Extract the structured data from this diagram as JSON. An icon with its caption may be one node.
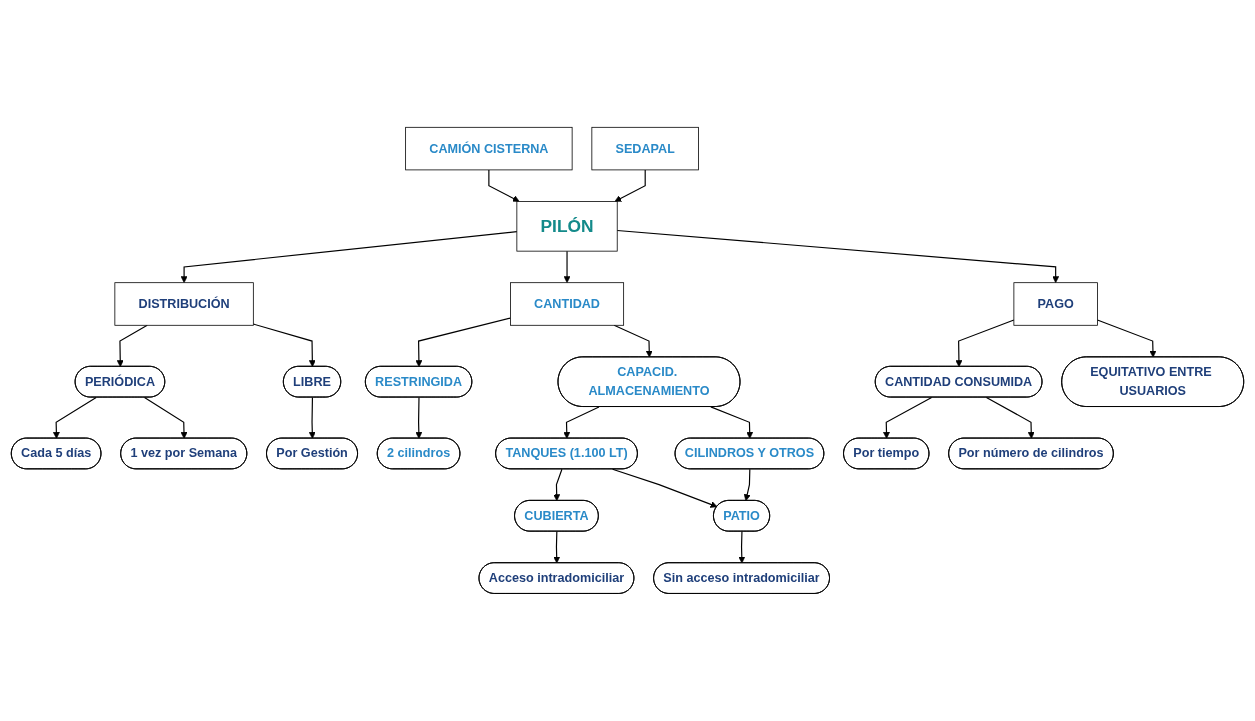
{
  "diagram": {
    "nodes": [
      {
        "text": [
          "CAMIÓN CISTERNA"
        ]
      },
      {
        "text": [
          "PILÓN"
        ]
      },
      {
        "text": [
          "SEDAPAL"
        ]
      },
      {
        "text": [
          "DISTRIBUCIÓN"
        ]
      },
      {
        "text": [
          "CANTIDAD"
        ]
      },
      {
        "text": [
          "PAGO"
        ]
      },
      {
        "text": [
          "PERIÓDICA"
        ]
      },
      {
        "text": [
          "LIBRE"
        ]
      },
      {
        "text": [
          "RESTRINGIDA"
        ]
      },
      {
        "text": [
          "CAPACID. ALMACENAMIENTO"
        ]
      },
      {
        "text": [
          "CANTIDAD CONSUMIDA"
        ]
      },
      {
        "text": [
          "EQUITATIVO ENTRE USUARIOS"
        ]
      },
      {
        "text": [
          "Cada 5 días"
        ]
      },
      {
        "text": [
          "Por Gestión"
        ]
      },
      {
        "text": [
          "2 cilindros"
        ]
      },
      {
        "text": [
          "TANQUES (1.100 LT)"
        ]
      },
      {
        "text": [
          "CILINDROS Y OTROS"
        ]
      },
      {
        "text": [
          "Por tiempo"
        ]
      },
      {
        "text": [
          "1 vez por Semana"
        ]
      },
      {
        "text": [
          "Por número de cilindros"
        ]
      },
      {
        "text": [
          "CUBIERTA"
        ]
      },
      {
        "text": [
          "PATIO"
        ]
      },
      {
        "text": [
          "Acceso intradomiciliar"
        ]
      },
      {
        "text": [
          "Sin acceso intradomiciliar"
        ]
      }
    ],
    "edges": [
      {
        "from": 0,
        "to": 1,
        "arrow": "to"
      },
      {
        "from": 2,
        "to": 1,
        "arrow": "to"
      },
      {
        "from": 1,
        "to": 3,
        "arrow": "to"
      },
      {
        "from": 1,
        "to": 4,
        "arrow": "to"
      },
      {
        "from": 1,
        "to": 5,
        "arrow": "to"
      },
      {
        "from": 3,
        "to": 6,
        "arrow": "to"
      },
      {
        "from": 3,
        "to": 7,
        "arrow": "to"
      },
      {
        "from": 4,
        "to": 8,
        "arrow": "to"
      },
      {
        "from": 4,
        "to": 9,
        "arrow": "to"
      },
      {
        "from": 5,
        "to": 10,
        "arrow": "to"
      },
      {
        "from": 5,
        "to": 11,
        "arrow": "to"
      },
      {
        "from": 6,
        "to": 12,
        "arrow": "to"
      },
      {
        "from": 6,
        "to": 18,
        "arrow": "to"
      },
      {
        "from": 7,
        "to": 13,
        "arrow": "to"
      },
      {
        "from": 8,
        "to": 14,
        "arrow": "to"
      },
      {
        "from": 9,
        "to": 15,
        "arrow": "to"
      },
      {
        "from": 9,
        "to": 16,
        "arrow": "to"
      },
      {
        "from": 10,
        "to": 17,
        "arrow": "to"
      },
      {
        "from": 10,
        "to": 19,
        "arrow": "to"
      },
      {
        "from": 15,
        "to": 20,
        "arrow": "to"
      },
      {
        "from": 15,
        "to": 21,
        "arrow": "to"
      },
      {
        "from": 16,
        "to": 21,
        "arrow": "to"
      },
      {
        "from": 20,
        "to": 22,
        "arrow": "to"
      },
      {
        "from": 21,
        "to": 23,
        "arrow": "to"
      }
    ]
  }
}
